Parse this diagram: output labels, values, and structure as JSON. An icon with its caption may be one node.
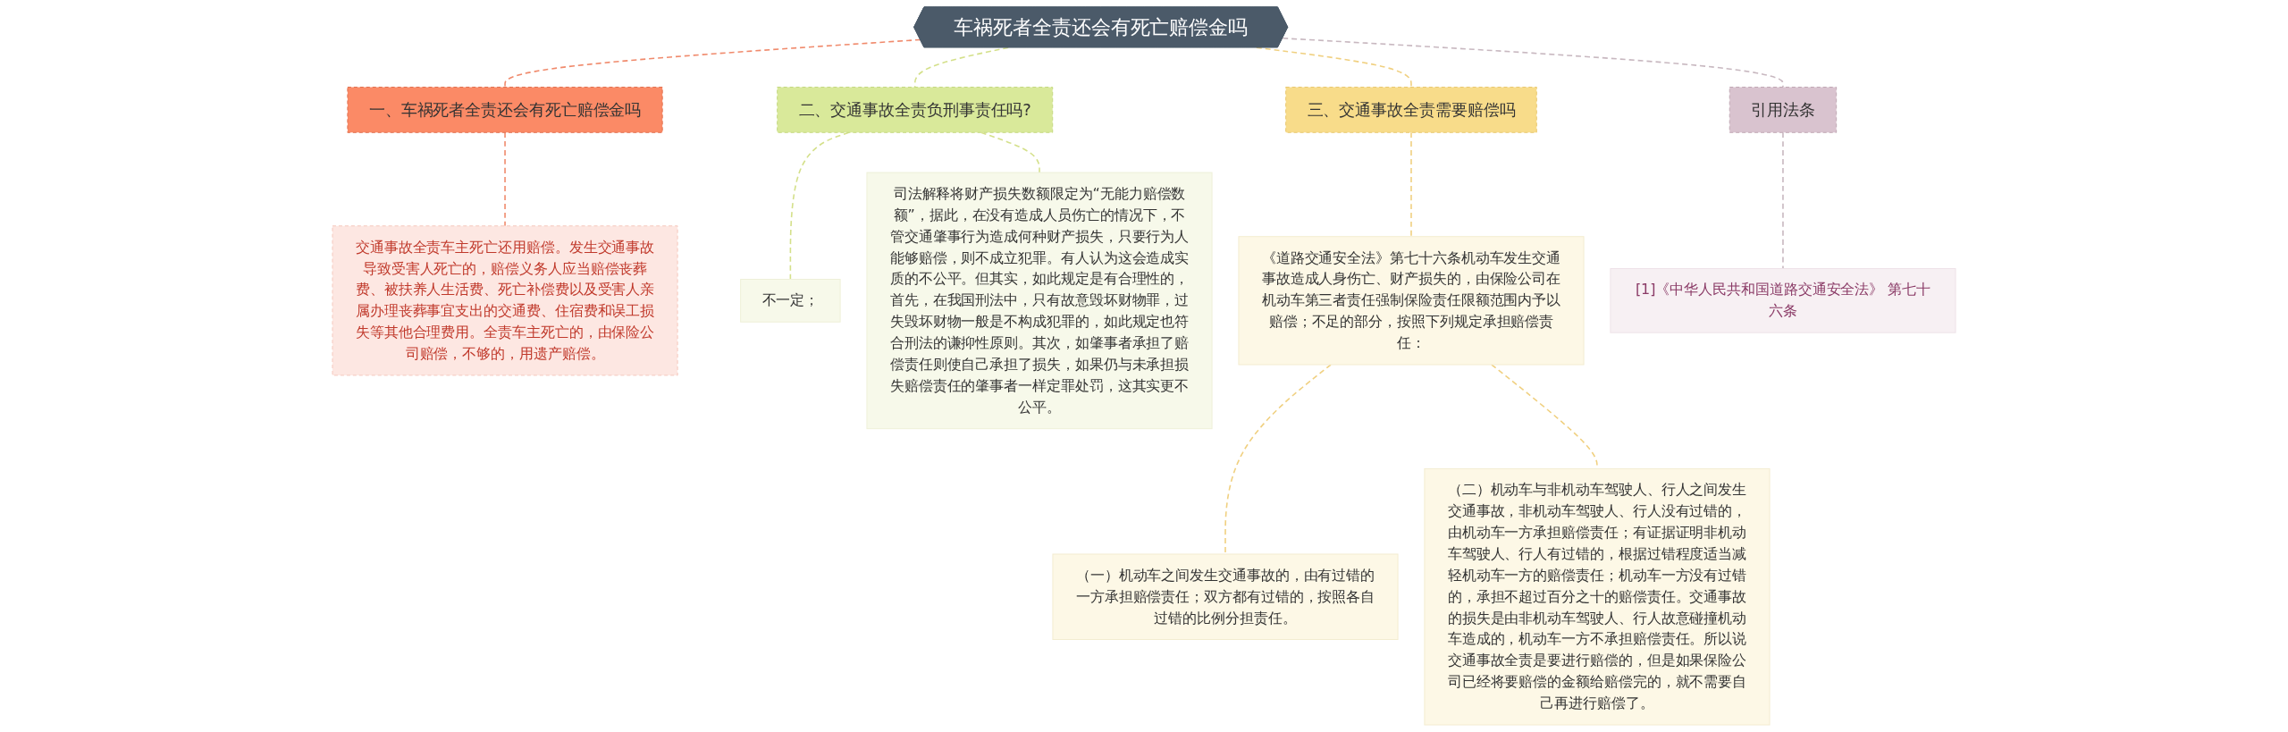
{
  "diagram": {
    "nodes": [
      {
        "text": [
          "车祸死者全责还会有死亡赔偿金吗"
        ]
      },
      {
        "text": [
          "一、车祸死者全责还会有死亡赔偿金吗"
        ]
      },
      {
        "text": [
          "交通事故全责车主死亡还用赔偿。发生交通事故导致受害人死亡的，赔偿义务人应当赔偿丧葬费、被扶养人生活费、死亡补偿费以及受害人亲属办理丧葬事宜支出的交通费、住宿费和误工损失等其他合理费用。全责车主死亡的，由保险公司赔偿，不够的，用遗产赔偿。"
        ]
      },
      {
        "text": [
          "二、交通事故全责负刑事责任吗?"
        ]
      },
      {
        "text": [
          "不一定；"
        ]
      },
      {
        "text": [
          "司法解释将财产损失数额限定为“无能力赔偿数额”，据此，在没有造成人员伤亡的情况下，不管交通肇事行为造成何种财产损失，只要行为人能够赔偿，则不成立犯罪。有人认为这会造成实质的不公平。但其实，如此规定是有合理性的，首先，在我国刑法中，只有故意毁坏财物罪，过失毁坏财物一般是不构成犯罪的，如此规定也符合刑法的谦抑性原则。其次，如肇事者承担了赔偿责任则使自己承担了损失，如果仍与未承担损失赔偿责任的肇事者一样定罪处罚，这其实更不公平。"
        ]
      },
      {
        "text": [
          "三、交通事故全责需要赔偿吗"
        ]
      },
      {
        "text": [
          "《道路交通安全法》第七十六条机动车发生交通事故造成人身伤亡、财产损失的，由保险公司在机动车第三者责任强制保险责任限额范围内予以赔偿；不足的部分，按照下列规定承担赔偿责任："
        ]
      },
      {
        "text": [
          "（一）机动车之间发生交通事故的，由有过错的一方承担赔偿责任；双方都有过错的，按照各自过错的比例分担责任。"
        ]
      },
      {
        "text": [
          "（二）机动车与非机动车驾驶人、行人之间发生交通事故，非机动车驾驶人、行人没有过错的，由机动车一方承担赔偿责任；有证据证明非机动车驾驶人、行人有过错的，根据过错程度适当减轻机动车一方的赔偿责任；机动车一方没有过错的，承担不超过百分之十的赔偿责任。交通事故的损失是由非机动车驾驶人、行人故意碰撞机动车造成的，机动车一方不承担赔偿责任。所以说交通事故全责是要进行赔偿的，但是如果保险公司已经将要赔偿的金额给赔偿完的，就不需要自己再进行赔偿了。"
        ]
      },
      {
        "text": [
          "引用法条"
        ]
      },
      {
        "text": [
          "[1]《中华人民共和国道路交通安全法》 第七十六条"
        ]
      }
    ],
    "edges": [
      {
        "from": 0,
        "to": 1,
        "arrow": "none",
        "style": "dashed",
        "color": "#f08a6c"
      },
      {
        "from": 1,
        "to": 2,
        "arrow": "none",
        "style": "dashed",
        "color": "#f08a6c"
      },
      {
        "from": 0,
        "to": 3,
        "arrow": "none",
        "style": "dashed",
        "color": "#d4e08a"
      },
      {
        "from": 3,
        "to": 4,
        "arrow": "none",
        "style": "dashed",
        "color": "#d4e08a"
      },
      {
        "from": 3,
        "to": 5,
        "arrow": "none",
        "style": "dashed",
        "color": "#d4e08a"
      },
      {
        "from": 0,
        "to": 6,
        "arrow": "none",
        "style": "dashed",
        "color": "#f0d080"
      },
      {
        "from": 6,
        "to": 7,
        "arrow": "none",
        "style": "dashed",
        "color": "#f0d080"
      },
      {
        "from": 7,
        "to": 8,
        "arrow": "none",
        "style": "dashed",
        "color": "#f0d080"
      },
      {
        "from": 7,
        "to": 9,
        "arrow": "none",
        "style": "dashed",
        "color": "#f0d080"
      },
      {
        "from": 0,
        "to": 10,
        "arrow": "none",
        "style": "dashed",
        "color": "#c8b8c0"
      },
      {
        "from": 10,
        "to": 11,
        "arrow": "none",
        "style": "dashed",
        "color": "#c8b8c0"
      }
    ]
  }
}
